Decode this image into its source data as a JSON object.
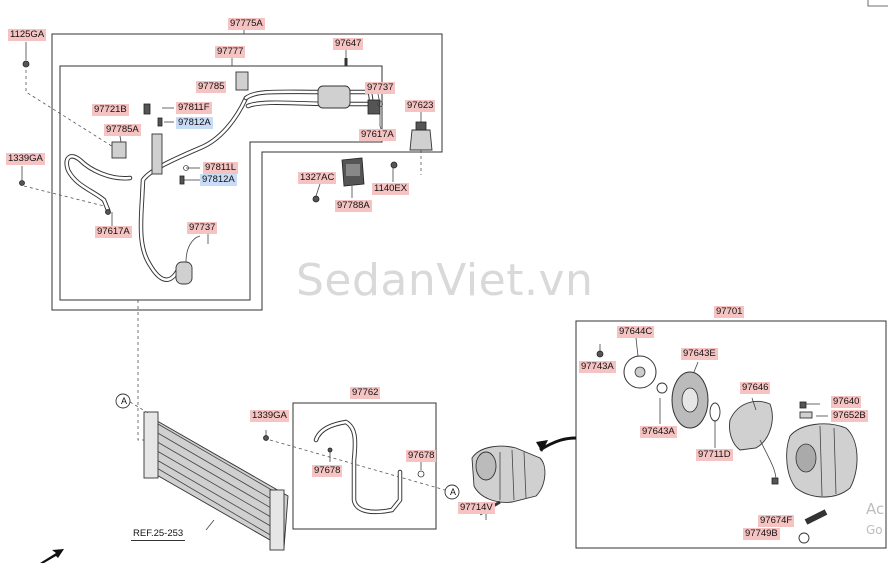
{
  "watermark": "SedanViet.vn",
  "activation_text": [
    "Ac",
    "Go"
  ],
  "callout_letter": "A",
  "ref_label": "REF.25-253",
  "labels": {
    "p97775A": "97775A",
    "p1125GA": "1125GA",
    "p97777": "97777",
    "p97647": "97647",
    "p97785": "97785",
    "p97737a": "97737",
    "p97721B": "97721B",
    "p97811F": "97811F",
    "p97623": "97623",
    "p97812Aa": "97812A",
    "p97785A": "97785A",
    "p97617Aa": "97617A",
    "p1339GAa": "1339GA",
    "p97811L": "97811L",
    "p97812Ab": "97812A",
    "p1327AC": "1327AC",
    "p1140EX": "1140EX",
    "p97788A": "97788A",
    "p97617Ab": "97617A",
    "p97737b": "97737",
    "p97701": "97701",
    "p97644C": "97644C",
    "p97643E": "97643E",
    "p97743A": "97743A",
    "p97646": "97646",
    "p97640": "97640",
    "p97652B": "97652B",
    "p97643A": "97643A",
    "p97711D": "97711D",
    "p97762": "97762",
    "p1339GAb": "1339GA",
    "p97678a": "97678",
    "p97678b": "97678",
    "p97714V": "97714V",
    "p97674F": "97674F",
    "p97749B": "97749B"
  },
  "colors": {
    "label_bg": "#f6c3c3",
    "label_bg_alt": "#c9dcf7",
    "line": "#333333",
    "watermark": "#d9d9d9"
  }
}
